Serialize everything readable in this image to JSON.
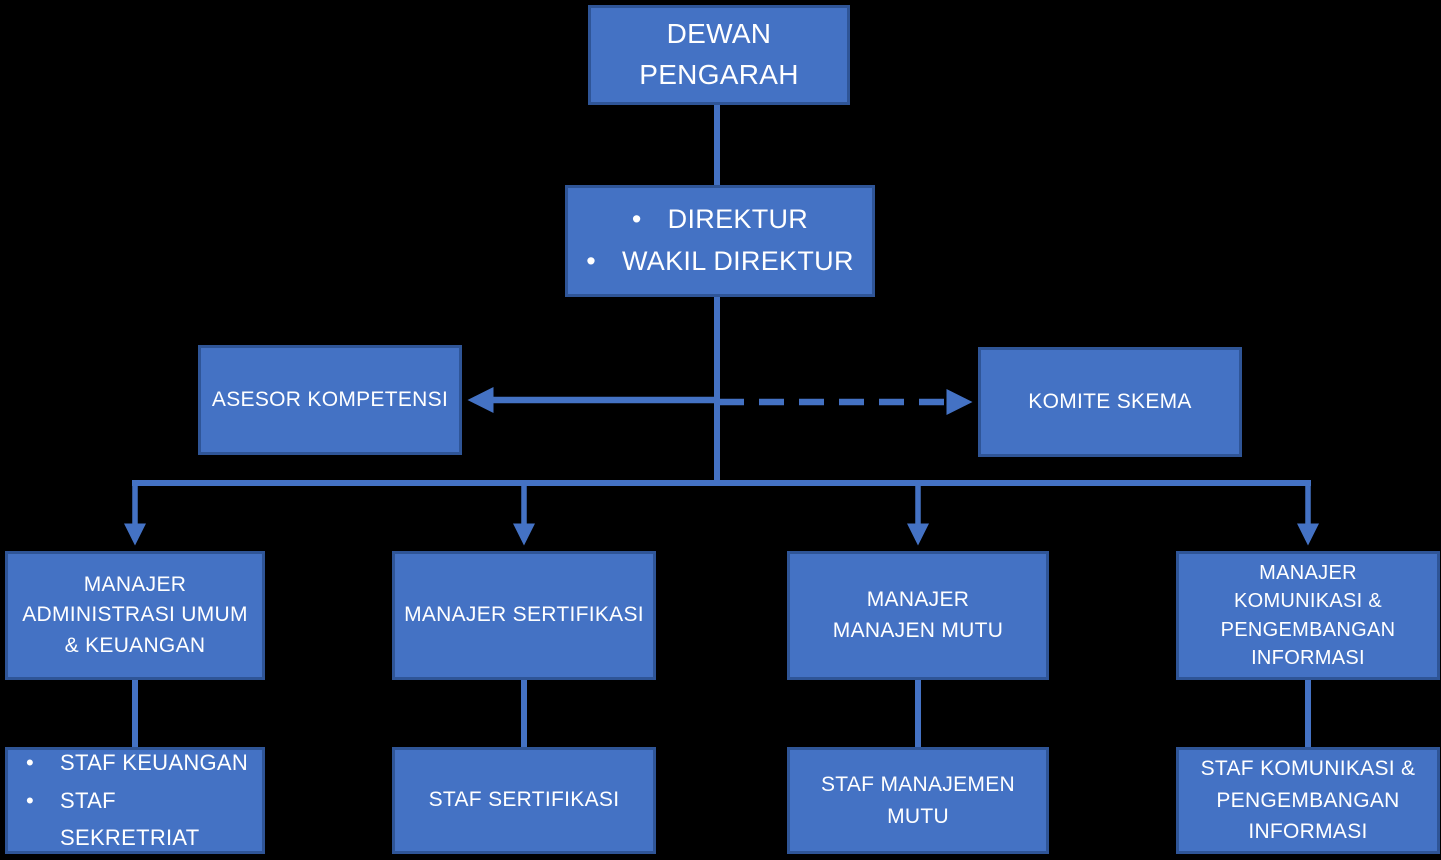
{
  "colors": {
    "box_fill": "#4472C4",
    "box_border": "#2F5597",
    "line": "#4472C4",
    "text": "#FFFFFF",
    "background": "#000000"
  },
  "nodes": {
    "dewan_pengarah": {
      "lines": [
        "DEWAN",
        "PENGARAH"
      ]
    },
    "direksi": {
      "items": [
        "DIREKTUR",
        "WAKIL DIREKTUR"
      ]
    },
    "asesor_kompetensi": {
      "label": "ASESOR KOMPETENSI"
    },
    "komite_skema": {
      "label": "KOMITE SKEMA"
    },
    "manajer_administrasi": {
      "lines": [
        "MANAJER",
        "ADMINISTRASI UMUM",
        "& KEUANGAN"
      ]
    },
    "manajer_sertifikasi": {
      "label": "MANAJER SERTIFIKASI"
    },
    "manajer_mutu": {
      "lines": [
        "MANAJER",
        "MANAJEN MUTU"
      ]
    },
    "manajer_komunikasi": {
      "lines": [
        "MANAJER",
        "KOMUNIKASI &",
        "PENGEMBANGAN",
        "INFORMASI"
      ]
    },
    "staf_administrasi": {
      "items": [
        "STAF KEUANGAN",
        "STAF SEKRETRIAT"
      ]
    },
    "staf_sertifikasi": {
      "label": "STAF SERTIFIKASI"
    },
    "staf_mutu": {
      "lines": [
        "STAF MANAJEMEN",
        "MUTU"
      ]
    },
    "staf_komunikasi": {
      "lines": [
        "STAF KOMUNIKASI &",
        "PENGEMBANGAN",
        "INFORMASI"
      ]
    }
  }
}
